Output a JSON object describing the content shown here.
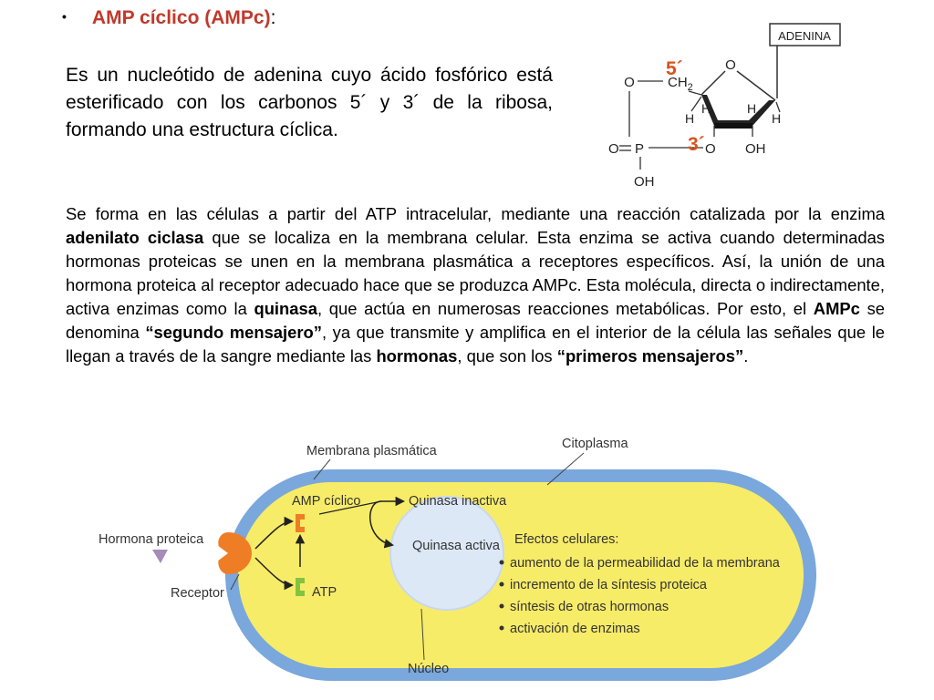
{
  "heading": {
    "bullet": "•",
    "title": "AMP cíclico (AMPc)",
    "colon": ":"
  },
  "intro": "Es un nucleótido de adenina cuyo ácido fosfórico está esterificado con los carbonos 5´ y 3´ de la ribosa, formando una estructura cíclica.",
  "body": {
    "s1": "Se forma en las células a partir del ATP intracelular, mediante una reacción catalizada por la enzima ",
    "b1": "adenilato ciclasa",
    "s2": " que se localiza en la membrana celular. Esta enzima se activa cuando determinadas hormonas proteicas se unen en la membrana plasmática a receptores específicos. Así, la unión de una hormona proteica al receptor adecuado hace que se produzca AMPc. Esta molécula, directa o indirectamente, activa enzimas como la ",
    "b2": "quinasa",
    "s3": ", que actúa  en numerosas reacciones metabólicas. Por esto, el ",
    "b3": "AMPc",
    "s4": " se denomina ",
    "b4": "“segundo mensajero”",
    "s5": ", ya que transmite y amplifica en el interior de la célula las señales que le llegan a través de la sangre mediante las ",
    "b5": "hormonas",
    "s6": ", que son los ",
    "b6": "“primeros mensajeros”",
    "s7": "."
  },
  "molecule": {
    "adenina": "ADENINA",
    "o_ring": "O",
    "o_left": "O",
    "ch2": "CH",
    "ch2_sub": "2",
    "h": "H",
    "o_bottom": "O",
    "oh": "OH",
    "o_eq": "O",
    "p": "P",
    "oh_p": "OH",
    "label_5": "5´",
    "label_3": "3´",
    "label_color": "#d9531e"
  },
  "diagram": {
    "membrana": "Membrana plasmática",
    "citoplasma": "Citoplasma",
    "hormona": "Hormona proteica",
    "receptor": "Receptor",
    "amp": "AMP cíclico",
    "atp": "ATP",
    "quinasa_inactiva": "Quinasa  inactiva",
    "quinasa_activa": "Quinasa activa",
    "efectos_title": "Efectos celulares:",
    "efectos": [
      "aumento de la permeabilidad de la membrana",
      "incremento de la síntesis proteica",
      "síntesis de otras hormonas",
      "activación de enzimas"
    ],
    "nucleo": "Núcleo",
    "colors": {
      "cell_fill": "#f7ec68",
      "membrane": "#7aa7dc",
      "nucleus": "#dde8f7",
      "receptor": "#ef7d26",
      "hormone": "#a78bb8",
      "amp": "#ef7d26",
      "atp": "#82c341"
    }
  }
}
